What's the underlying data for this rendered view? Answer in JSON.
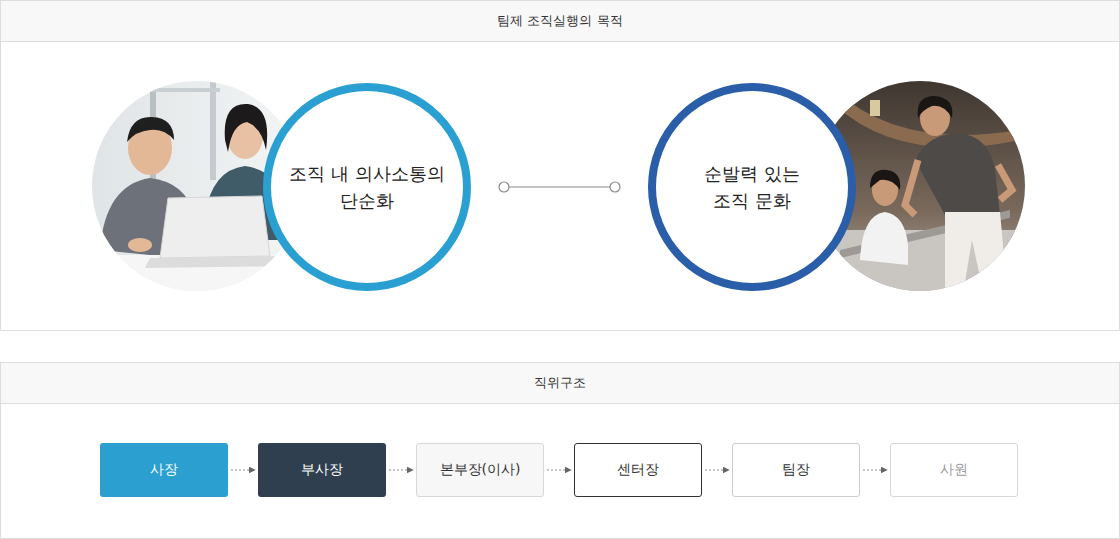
{
  "diagram": {
    "nodes": [
      {
        "text": [
          "팀제 조직실행의 목적"
        ]
      },
      {
        "text": [
          "조직 내 의사소통의 단순화"
        ]
      },
      {
        "text": [
          "순발력 있는 조직 문화"
        ]
      },
      {
        "text": [
          "직위구조"
        ]
      },
      {
        "text": [
          "사장"
        ]
      },
      {
        "text": [
          "부사장"
        ]
      },
      {
        "text": [
          "본부장(이사)"
        ]
      },
      {
        "text": [
          "센터장"
        ]
      },
      {
        "text": [
          "팀장"
        ]
      },
      {
        "text": [
          "사원"
        ]
      }
    ],
    "edges": [
      {
        "from": 1,
        "to": 2,
        "arrow": "none"
      },
      {
        "from": 4,
        "to": 5,
        "arrow": "to"
      },
      {
        "from": 5,
        "to": 6,
        "arrow": "to"
      },
      {
        "from": 6,
        "to": 7,
        "arrow": "to"
      },
      {
        "from": 7,
        "to": 8,
        "arrow": "to"
      },
      {
        "from": 8,
        "to": 9,
        "arrow": "to"
      }
    ]
  }
}
